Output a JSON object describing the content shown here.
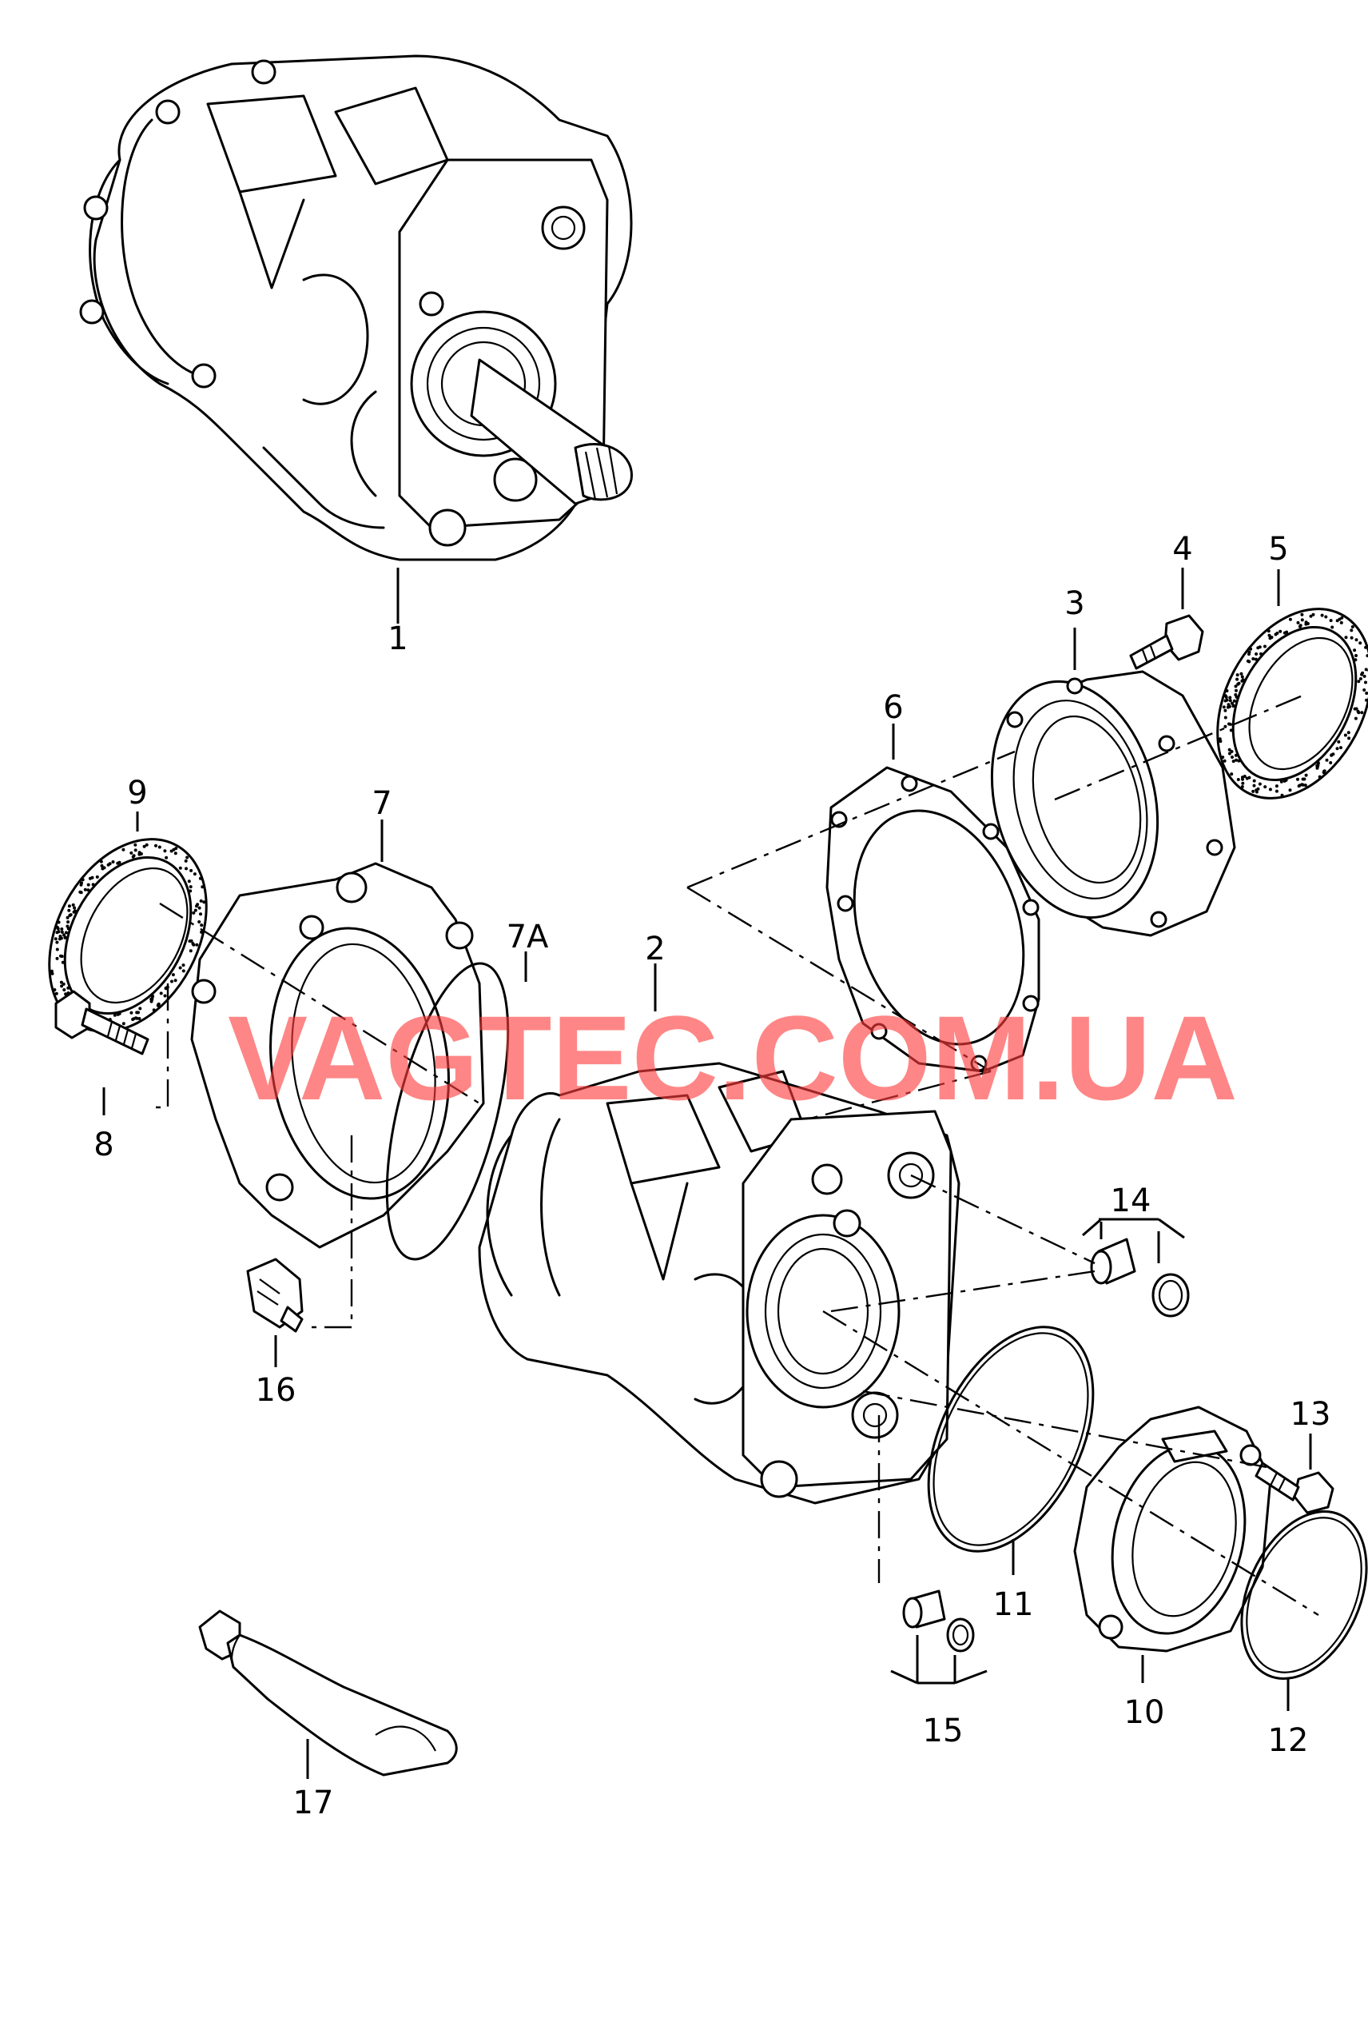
{
  "watermark": "VAGTEC.COM.UA",
  "callouts": {
    "c1": "1",
    "c2": "2",
    "c3": "3",
    "c4": "4",
    "c5": "5",
    "c6": "6",
    "c7": "7",
    "c7a": "7A",
    "c8": "8",
    "c9": "9",
    "c10": "10",
    "c11": "11",
    "c12": "12",
    "c13": "13",
    "c14": "14",
    "c15": "15",
    "c16": "16",
    "c17": "17"
  }
}
